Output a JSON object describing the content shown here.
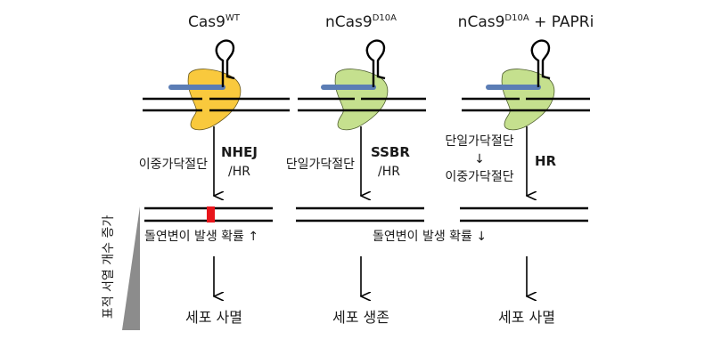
{
  "columns": [
    {
      "title": "Cas9",
      "title_superscript": "WT",
      "title_suffix": "",
      "protein_color": "#F9C93D",
      "break_type_lines": [
        "이중가닥절단"
      ],
      "repair_pathway": [
        "NHEJ",
        "/HR"
      ],
      "mutation_marker": true,
      "outcome": "세포 사멸"
    },
    {
      "title": "nCas9",
      "title_superscript": "D10A",
      "title_suffix": "",
      "protein_color": "#C5E08E",
      "break_type_lines": [
        "단일가닥절단"
      ],
      "repair_pathway": [
        "SSBR",
        "/HR"
      ],
      "mutation_marker": false,
      "outcome": "세포 생존"
    },
    {
      "title": "nCas9",
      "title_superscript": "D10A",
      "title_suffix": " + PAPRi",
      "protein_color": "#C5E08E",
      "break_type_lines": [
        "단일가닥절단",
        "↓",
        "이중가닥절단"
      ],
      "repair_pathway": [
        "HR"
      ],
      "mutation_marker": false,
      "outcome": "세포 사멸"
    }
  ],
  "mutation_texts": {
    "increase": "돌연변이 발생 확률 ↑",
    "decrease": "돌연변이 발생 확률 ↓"
  },
  "side_axis_label": "표적 서열 개수 증가",
  "colors": {
    "guide_rna_strand": "#5B7DB5",
    "mutation_marker": "#E8151B",
    "gradient_triangle": "#8C8C8C",
    "dna_line": "#000000"
  }
}
